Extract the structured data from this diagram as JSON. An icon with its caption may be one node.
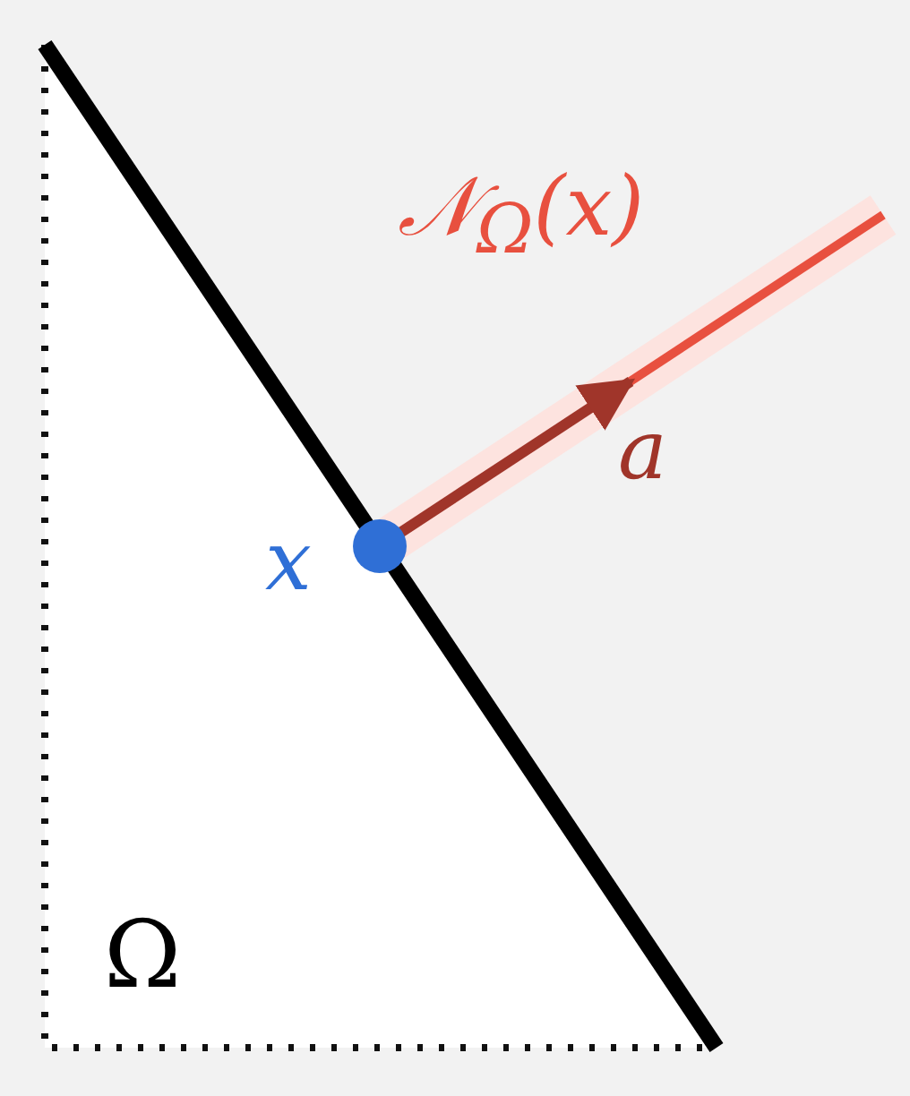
{
  "diagram": {
    "labels": [
      "𝒩$_{Ω}$(x)",
      "a",
      "x",
      "Ω"
    ]
  }
}
